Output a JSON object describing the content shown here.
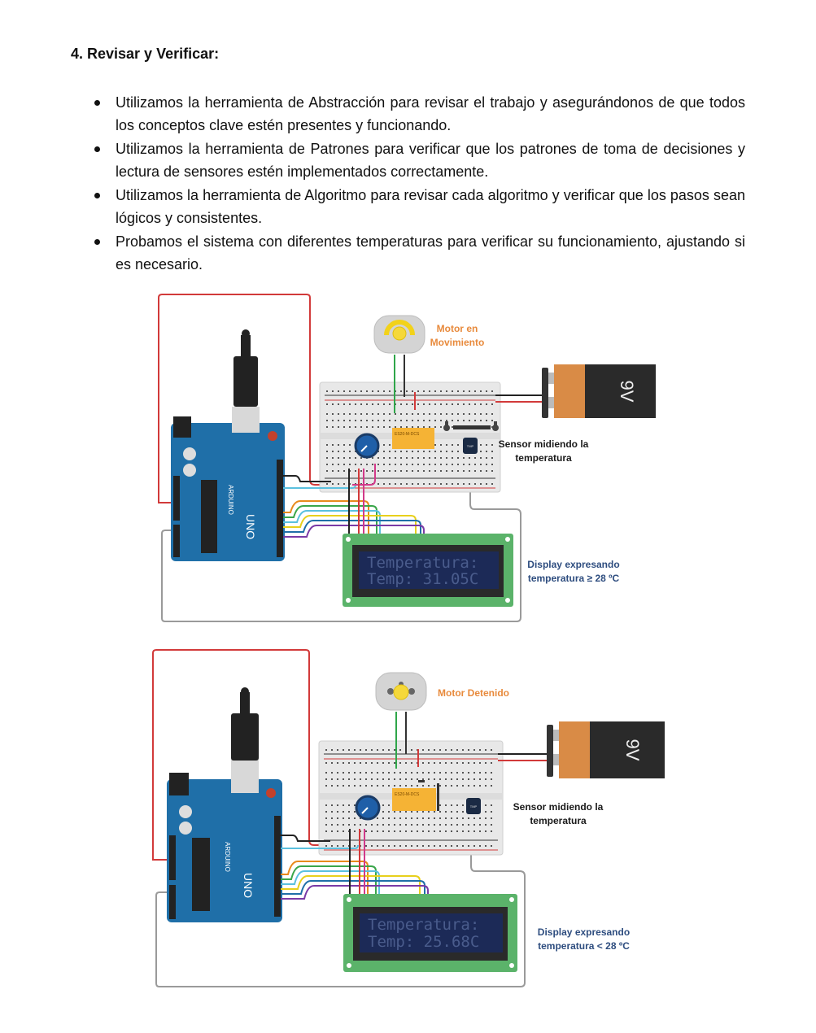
{
  "section": {
    "heading": "4. Revisar y Verificar:",
    "bullets": [
      "Utilizamos la herramienta de Abstracción para revisar el trabajo y asegurándonos de que todos los conceptos clave estén presentes y funcionando.",
      "Utilizamos la herramienta de Patrones para verificar que los patrones de toma de decisiones y lectura de sensores estén implementados correctamente.",
      "Utilizamos la herramienta de Algoritmo para revisar cada algoritmo y verificar que los pasos sean lógicos y consistentes.",
      "Probamos el sistema con diferentes temperaturas para verificar su funcionamiento, ajustando si es necesario."
    ]
  },
  "figures": [
    {
      "motor_label_line1": "Motor en",
      "motor_label_line2": "Movimiento",
      "sensor_label_line1": "Sensor midiendo la",
      "sensor_label_line2": "temperatura",
      "display_label_line1": "Display expresando",
      "display_label_line2": "temperatura   ≥ 28 ºC",
      "lcd_line1": "Temperatura:",
      "lcd_line2": "Temp: 31.05C",
      "battery_label": "9V",
      "board_brand": "ARDUINO",
      "board_model": "UNO",
      "relay_label": "ES20-M-DCS",
      "sensor_chip": "TMP"
    },
    {
      "motor_label_line1": "Motor Detenido",
      "sensor_label_line1": "Sensor midiendo la",
      "sensor_label_line2": "temperatura",
      "display_label_line1": "Display expresando",
      "display_label_line2": "temperatura   < 28 ºC",
      "lcd_line1": "Temperatura:",
      "lcd_line2": "Temp: 25.68C",
      "battery_label": "9V",
      "board_brand": "ARDUINO",
      "board_model": "UNO",
      "relay_label": "ES20-M-DCS",
      "sensor_chip": "TMP"
    }
  ],
  "colors": {
    "annotation_orange": "#e88a3c",
    "annotation_blue": "#2e4d7f",
    "arduino_blue": "#1f6fa8",
    "lcd_green": "#5bb36a",
    "lcd_screen": "#1c2a57",
    "battery_orange": "#d98b46",
    "battery_black": "#2a2a2a"
  }
}
